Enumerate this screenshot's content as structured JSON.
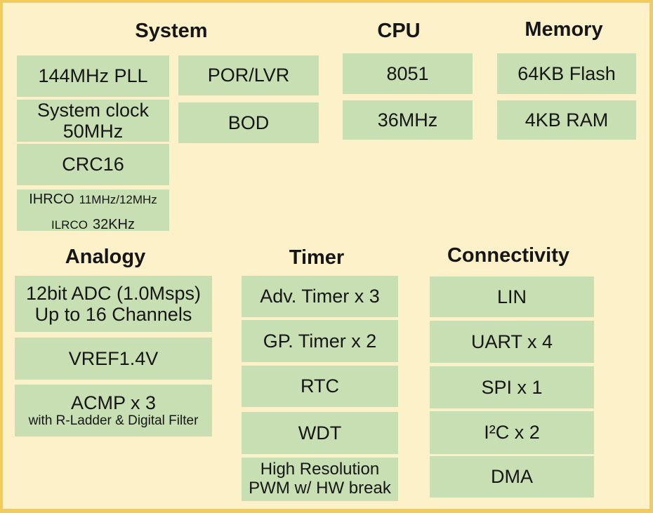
{
  "colors": {
    "background": "#FCF1C9",
    "border": "#F2CB58",
    "box_fill": "#C7DFB2",
    "text": "#161616"
  },
  "sections": {
    "system": {
      "title": "System",
      "items": {
        "pll": {
          "label": "144MHz PLL"
        },
        "sysclk": {
          "line1": "System clock",
          "line2": "50MHz"
        },
        "crc": {
          "label": "CRC16"
        },
        "osc": {
          "line1_big": "IHRCO",
          "line1_small": "11MHz/12MHz",
          "line2_small": "ILRCO",
          "line2_big": "32KHz"
        },
        "porlvr": {
          "label": "POR/LVR"
        },
        "bod": {
          "label": "BOD"
        }
      }
    },
    "cpu": {
      "title": "CPU",
      "items": {
        "core": {
          "label": "8051"
        },
        "freq": {
          "label": "36MHz"
        }
      }
    },
    "memory": {
      "title": "Memory",
      "items": {
        "flash": {
          "label": "64KB Flash"
        },
        "ram": {
          "label": "4KB RAM"
        }
      }
    },
    "analog": {
      "title": "Analogy",
      "items": {
        "adc": {
          "line1": "12bit ADC (1.0Msps)",
          "line2": "Up to 16 Channels"
        },
        "vref": {
          "label": "VREF1.4V"
        },
        "acmp": {
          "line1": "ACMP x 3",
          "line2": "with R-Ladder & Digital Filter"
        }
      }
    },
    "timer": {
      "title": "Timer",
      "items": {
        "adv": {
          "label": "Adv. Timer x 3"
        },
        "gp": {
          "label": "GP. Timer x 2"
        },
        "rtc": {
          "label": "RTC"
        },
        "wdt": {
          "label": "WDT"
        },
        "hrpwm": {
          "line1": "High Resolution",
          "line2": "PWM w/ HW break"
        }
      }
    },
    "connectivity": {
      "title": "Connectivity",
      "items": {
        "lin": {
          "label": "LIN"
        },
        "uart": {
          "label": "UART x 4"
        },
        "spi": {
          "label": "SPI x 1"
        },
        "i2c": {
          "label": "I²C x 2"
        },
        "dma": {
          "label": "DMA"
        }
      }
    }
  }
}
